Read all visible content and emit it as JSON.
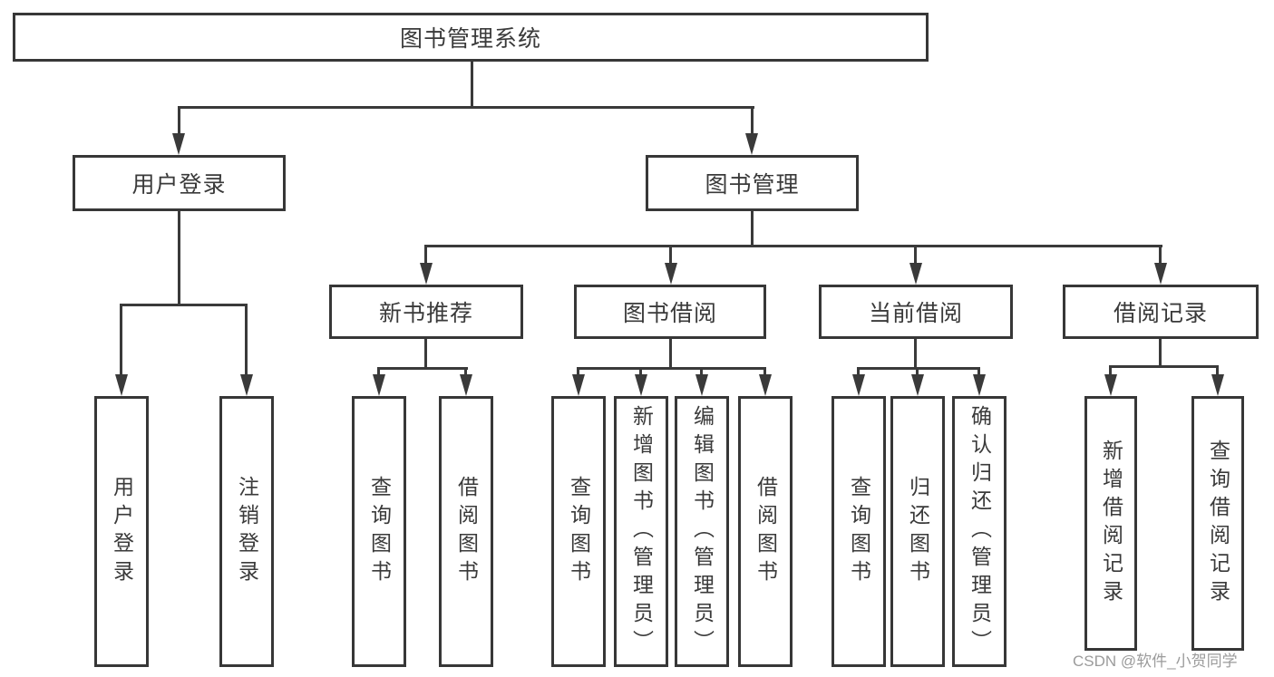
{
  "root": {
    "label": "图书管理系统"
  },
  "branches": [
    {
      "label": "用户登录",
      "leaves": [
        {
          "label": "用户登录"
        },
        {
          "label": "注销登录"
        }
      ]
    },
    {
      "label": "图书管理",
      "groups": [
        {
          "label": "新书推荐",
          "leaves": [
            {
              "label": "查询图书"
            },
            {
              "label": "借阅图书"
            }
          ]
        },
        {
          "label": "图书借阅",
          "leaves": [
            {
              "label": "查询图书"
            },
            {
              "label": "新增图书（管理员）"
            },
            {
              "label": "编辑图书（管理员）"
            },
            {
              "label": "借阅图书"
            }
          ]
        },
        {
          "label": "当前借阅",
          "leaves": [
            {
              "label": "查询图书"
            },
            {
              "label": "归还图书"
            },
            {
              "label": "确认归还（管理员）"
            }
          ]
        },
        {
          "label": "借阅记录",
          "leaves": [
            {
              "label": "新增借阅记录"
            },
            {
              "label": "查询借阅记录"
            }
          ]
        }
      ]
    }
  ],
  "watermark": "CSDN @软件_小贺同学",
  "colors": {
    "line": "#3a3a3a",
    "text": "#3a3a3a",
    "background": "#ffffff",
    "watermark": "#9b9b9b"
  }
}
